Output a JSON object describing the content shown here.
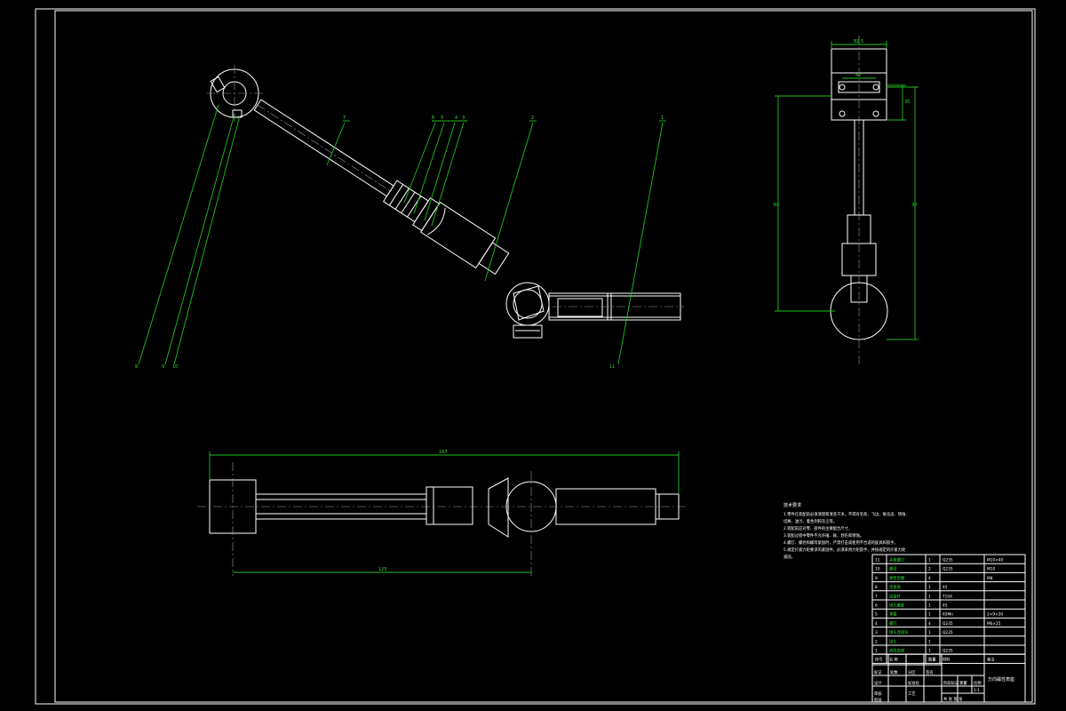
{
  "drawing": {
    "balloon_labels": [
      "7",
      "6",
      "5",
      "4",
      "3",
      "2",
      "1",
      "8",
      "9",
      "10",
      "11"
    ],
    "dimensions": {
      "top_width": "82.5",
      "inner_width": "42",
      "clamp_height": "30",
      "overall_height_left": "30",
      "overall_height_right": "30",
      "bottom_overall_length": "167",
      "bottom_partial_length": "125"
    }
  },
  "notes": {
    "title": "技术要求",
    "lines": [
      "1.零件在装配前必须清理和清洗干净，不得有毛刺、飞边、氧化皮、锈蚀、",
      "切屑、油污、着色剂和灰尘等。",
      "2.装配前应对零、部件的主要配合尺寸，",
      "3.装配过程中零件不允许磕、碰、划伤和锈蚀。",
      "4.螺钉、螺栓和螺母紧固时，严禁打击或使用不合适的旋具和扳手。",
      "5.规定拧紧力矩要求的紧固件，必须采用力矩扳手，并按规定的拧紧力矩",
      "紧固。"
    ]
  },
  "bom": {
    "rows": [
      {
        "no": "11",
        "name": "夹紧螺钉",
        "qty": "1",
        "material": "Q235",
        "remark": "M10×40"
      },
      {
        "no": "10",
        "name": "螺母",
        "qty": "2",
        "material": "Q235",
        "remark": "M10"
      },
      {
        "no": "9",
        "name": "弹性垫圈",
        "qty": "4",
        "material": "",
        "remark": "M8"
      },
      {
        "no": "8",
        "name": "连接座",
        "qty": "1",
        "material": "45",
        "remark": ""
      },
      {
        "no": "7",
        "name": "连接杆",
        "qty": "1",
        "material": "T10A",
        "remark": ""
      },
      {
        "no": "6",
        "name": "球头螺套",
        "qty": "1",
        "material": "45",
        "remark": ""
      },
      {
        "no": "5",
        "name": "弹簧",
        "qty": "1",
        "material": "65Mn",
        "remark": "2×9×30"
      },
      {
        "no": "4",
        "name": "螺钉",
        "qty": "4",
        "material": "Q235",
        "remark": "M6×25"
      },
      {
        "no": "3",
        "name": "球头连接块",
        "qty": "1",
        "material": "Q235",
        "remark": ""
      },
      {
        "no": "2",
        "name": "球头",
        "qty": "1",
        "material": "",
        "remark": ""
      },
      {
        "no": "1",
        "name": "滑块底座",
        "qty": "1",
        "material": "Q235",
        "remark": ""
      }
    ],
    "header": {
      "no": "序号",
      "name": "名 称",
      "qty": "数量",
      "material": "材料",
      "remark": "备注"
    }
  },
  "title_block": {
    "drawing_title": "万向磁性表座",
    "labels": [
      "标记",
      "处数",
      "分区",
      "更改文件号",
      "签名",
      "年月日"
    ],
    "labels2": [
      "设计",
      "标准化",
      "阶段标记",
      "重量",
      "比例"
    ],
    "labels3": [
      "审核",
      "工艺",
      "批准",
      "共 张 第 张"
    ],
    "scale": "1:1"
  }
}
